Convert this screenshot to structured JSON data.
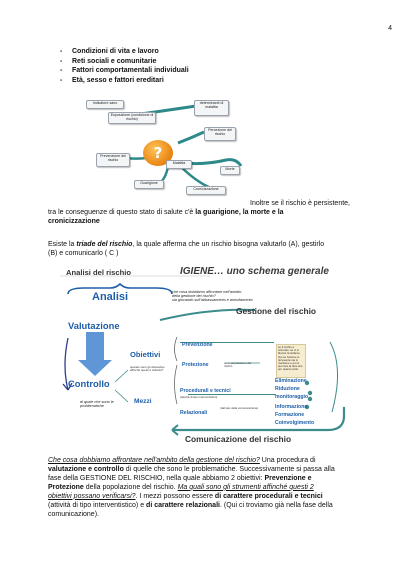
{
  "page_number": "4",
  "bullets": [
    "Condizioni di vita e lavoro",
    "Reti sociali e comunitarie",
    "Fattori comportamentali individuali",
    "Età, sesso e fattori ereditari"
  ],
  "diagram1": {
    "boxes": {
      "indicatori": "Indicatore sano",
      "esposizione": "Esposizione (condizione di rischio)",
      "determinanti": "determinanti di malattia",
      "percezione": "Percezione del rischio",
      "prevenzione": "Prevenzione del rischio",
      "malattia": "Malattia",
      "guarigione": "Guarigione",
      "morte": "Morte",
      "cronicizzazione": "Cronicizzazione"
    },
    "center_symbol": "?"
  },
  "para1": {
    "line1": "Inoltre se il rischio è persistente,",
    "line2_pre": "tra le conseguenze di questo stato di salute c'è ",
    "line2_bold": "la guarigione, la morte e la",
    "line3_bold": "cronicizzazione"
  },
  "para2": {
    "pre": "Esiste la ",
    "em": "triade del rischio",
    "post": ", la quale afferma che un rischio bisogna valutarlo (A), gestirlo",
    "line2": "(B) e comunicarlo ( C )"
  },
  "diagram2": {
    "title_left": "Analisi del rischio",
    "title_right": "IGIENE… uno schema generale",
    "analisi": "Analisi",
    "valutazione": "Valutazione",
    "controllo": "Controllo",
    "gestione": "Gestione del rischio",
    "comunicazione": "Comunicazione del rischio",
    "obiettivi": "Obiettivi",
    "mezzi": "Mezzi",
    "prevenzione": "Prevenzione",
    "protezione": "Protezione",
    "procedurali": "Procedurali e tecnici",
    "relazionali": "Relazionali",
    "eliminazione": "Eliminazione",
    "riduzione": "Riduzione",
    "monitoraggio": "monitoraggio",
    "informazione": "Informazione",
    "formazione": "Formazione",
    "coinvolgimento": "Coinvolgimento",
    "hw_top_1": "che cosa dobbiamo affrontare nell'ambito",
    "hw_top_2": "della gestione del rischio?",
    "hw_top_3": "sia giocando sull'abbassamento e annullamento",
    "hw_controllo": "di quale che sono le problematiche",
    "small_obiettivi": "quando sono gli dispositivo affinché questi 2 obiettivi?",
    "small_protezione": "della popolazione del rischio",
    "small_procedurali": "(attività di tipo interventistico)",
    "small_relazionali": "(dal lato della comunicazione)",
    "yellow_note": "se il rischio è azzerato: se ci si blocca ricordiamo che se l'azione si ripresenta ma si mantiene e poi si può fare la fase che per quanto sotto"
  },
  "para3": {
    "u1": "Che cosa dobbiamo affrontare nell'ambito della gestione del rischio?",
    "t1": " Una procedura di",
    "b1": "valutazione e controllo",
    "t2": " di quelle che sono le problematiche. Successivamente si passa alla",
    "t3": "fase della GESTIONE DEL RISCHIO, nella quale abbiamo 2 obiettivi: ",
    "b2": "Prevenzione e",
    "b3": "Protezione",
    "t4": " della popolazione del rischio. ",
    "u2": "Ma quali sono gli strumenti affinché questi 2",
    "u3": "obiettivi possano verificarsi?",
    "t5": ". I mezzi possono essere ",
    "b4": "di carattere procedurali e tecnici",
    "t6": "(attività di tipo interventistico) e ",
    "b5": "di carattere relazionali",
    "t7": ". (Qui ci troviamo già nella fase della",
    "t8": "comunicazione)."
  },
  "colors": {
    "blue": "#1f5fa8",
    "teal": "#3c8c8c",
    "orange": "#e88310"
  }
}
